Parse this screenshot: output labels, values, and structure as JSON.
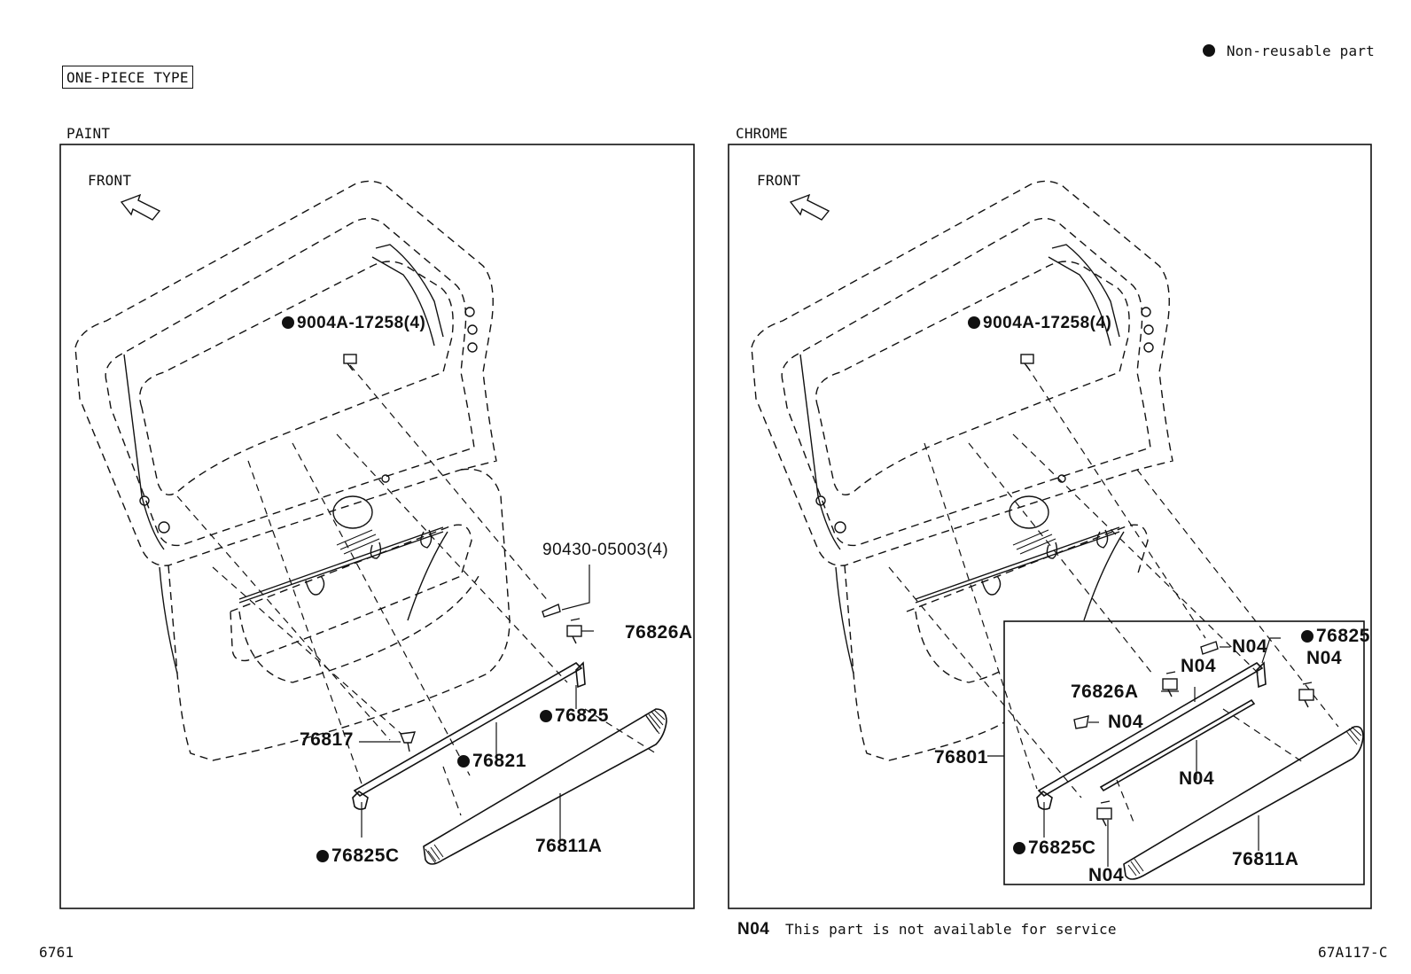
{
  "legend": {
    "symbol": "●",
    "text": "Non-reusable part"
  },
  "type_box": "ONE-PIECE TYPE",
  "panels": {
    "left": {
      "title": "PAINT",
      "front": "FRONT"
    },
    "right": {
      "title": "CHROME",
      "front": "FRONT"
    }
  },
  "labels": {
    "left_bolt": "9004A-17258(4)",
    "left_clip": "90430-05003(4)",
    "left_76826A": "76826A",
    "left_76825": "76825",
    "left_76817": "76817",
    "left_76821": "76821",
    "left_76825C": "76825C",
    "left_76811A": "76811A",
    "right_bolt": "9004A-17258(4)",
    "right_n04_top": "N04",
    "right_76825": "76825",
    "right_n04_a": "N04",
    "right_n04_b": "N04",
    "right_76826A": "76826A",
    "right_n04_c": "N04",
    "right_76801": "76801",
    "right_n04_d": "N04",
    "right_76825C": "76825C",
    "right_n04_e": "N04",
    "right_76811A": "76811A"
  },
  "footnote": {
    "code": "N04",
    "text": "This part is not available for service"
  },
  "page_number": "6761",
  "figure_code": "67A117-C"
}
